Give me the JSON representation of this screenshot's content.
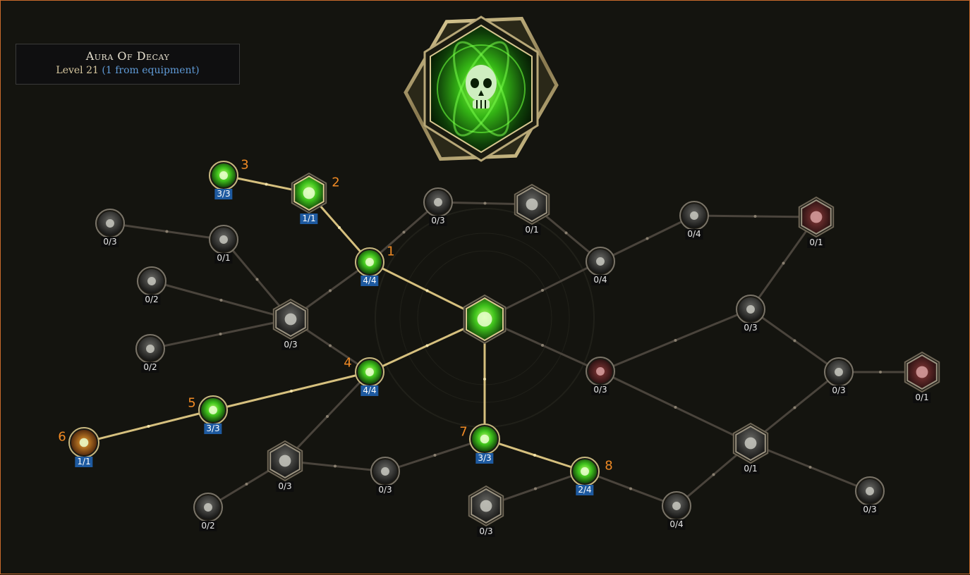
{
  "skill": {
    "name": "Aura Of Decay",
    "level_label": "Level 21",
    "level_bonus": "(1 from equipment)"
  },
  "colors": {
    "background": "#14140f",
    "active_link": "#d6c07e",
    "inactive_link": "#4a443c",
    "allocated_badge": "#1e5aa0",
    "step_number": "#f08a24",
    "accent_green": "#3fc21c"
  },
  "nodes": [
    {
      "id": "n1",
      "label": "4/4",
      "allocated": true,
      "step": "1",
      "icon": "hand-orb-icon"
    },
    {
      "id": "n2",
      "label": "1/1",
      "allocated": true,
      "step": "2",
      "icon": "green-comet-icon"
    },
    {
      "id": "n3",
      "label": "3/3",
      "allocated": true,
      "step": "3",
      "icon": "hooded-figure-icon"
    },
    {
      "id": "n4",
      "label": "4/4",
      "allocated": true,
      "step": "4",
      "icon": "green-serpent-icon"
    },
    {
      "id": "n5",
      "label": "3/3",
      "allocated": true,
      "step": "5",
      "icon": "green-reaper-icon"
    },
    {
      "id": "n6",
      "label": "1/1",
      "allocated": true,
      "step": "6",
      "icon": "fire-rune-icon"
    },
    {
      "id": "n7",
      "label": "3/3",
      "allocated": true,
      "step": "7",
      "icon": "poison-pool-icon"
    },
    {
      "id": "n8",
      "label": "2/4",
      "allocated": true,
      "step": "8",
      "icon": "green-splash-icon"
    },
    {
      "id": "n9",
      "label": "0/3",
      "allocated": false,
      "step": "",
      "icon": "eye-icon"
    },
    {
      "id": "n10",
      "label": "0/1",
      "allocated": false,
      "step": "",
      "icon": "comet-icon"
    },
    {
      "id": "n11",
      "label": "0/2",
      "allocated": false,
      "step": "",
      "icon": "triskelion-icon"
    },
    {
      "id": "n12",
      "label": "0/3",
      "allocated": false,
      "step": "",
      "icon": "beast-claw-icon"
    },
    {
      "id": "n13",
      "label": "0/2",
      "allocated": false,
      "step": "",
      "icon": "chevron-tree-icon"
    },
    {
      "id": "n14",
      "label": "0/3",
      "allocated": false,
      "step": "",
      "icon": "drop-icon"
    },
    {
      "id": "n15",
      "label": "0/1",
      "allocated": false,
      "step": "",
      "icon": "shatter-icon"
    },
    {
      "id": "n16",
      "label": "0/4",
      "allocated": false,
      "step": "",
      "icon": "demon-horse-icon"
    },
    {
      "id": "n17",
      "label": "0/4",
      "allocated": false,
      "step": "",
      "icon": "ghoul-icon"
    },
    {
      "id": "n18",
      "label": "0/1",
      "allocated": false,
      "step": "",
      "icon": "skull-portal-icon"
    },
    {
      "id": "n19",
      "label": "0/3",
      "allocated": false,
      "step": "",
      "icon": "skull-icon"
    },
    {
      "id": "n20",
      "label": "0/3",
      "allocated": false,
      "step": "",
      "icon": "blood-sigil-icon"
    },
    {
      "id": "n21",
      "label": "0/3",
      "allocated": false,
      "step": "",
      "icon": "knot-icon"
    },
    {
      "id": "n22",
      "label": "0/1",
      "allocated": false,
      "step": "",
      "icon": "red-sigil-icon"
    },
    {
      "id": "n23",
      "label": "0/1",
      "allocated": false,
      "step": "",
      "icon": "frost-web-icon"
    },
    {
      "id": "n24",
      "label": "0/3",
      "allocated": false,
      "step": "",
      "icon": "frost-star-icon"
    },
    {
      "id": "n25",
      "label": "0/4",
      "allocated": false,
      "step": "",
      "icon": "snowflake-icon"
    },
    {
      "id": "n26",
      "label": "0/3",
      "allocated": false,
      "step": "",
      "icon": "spore-burst-icon"
    },
    {
      "id": "n27",
      "label": "0/3",
      "allocated": false,
      "step": "",
      "icon": "crossbones-icon"
    },
    {
      "id": "n28",
      "label": "0/2",
      "allocated": false,
      "step": "",
      "icon": "claw-slash-icon"
    },
    {
      "id": "n29",
      "label": "0/3",
      "allocated": false,
      "step": "",
      "icon": "wraith-icon"
    }
  ],
  "root": {
    "icon": "skull-aura-icon"
  }
}
